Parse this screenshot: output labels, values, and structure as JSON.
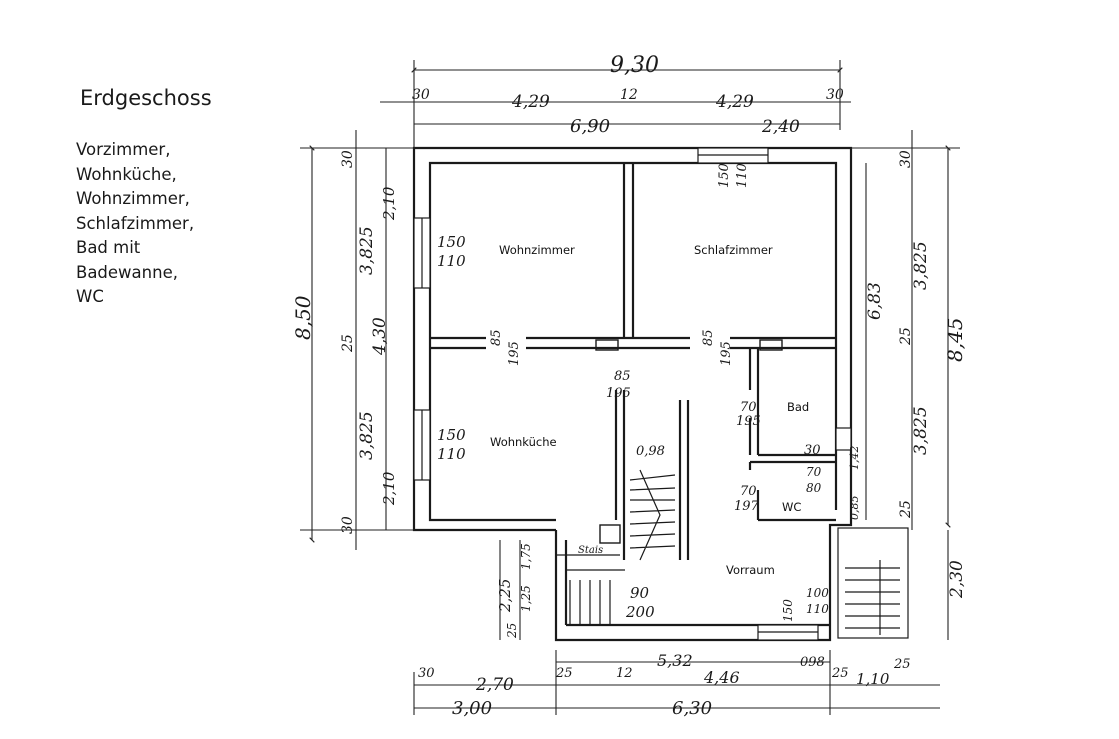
{
  "title": "Erdgeschoss",
  "room_list": [
    "Vorzimmer,",
    "Wohnküche,",
    "Wohnzimmer,",
    "Schlafzimmer,",
    "Bad mit",
    "Badewanne,",
    "WC"
  ],
  "plan": {
    "rooms": {
      "wohnzimmer": "Wohnzimmer",
      "schlafzimmer": "Schlafzimmer",
      "wohnkueche": "Wohnküche",
      "bad": "Bad",
      "wc": "WC",
      "vorraum": "Vorraum",
      "stair": "Stais"
    },
    "dimensions": {
      "top_total": "9,30",
      "top_30_l": "30",
      "top_429_l": "4,29",
      "top_12": "12",
      "top_429_r": "4,29",
      "top_30_r": "30",
      "top_690": "6,90",
      "top_240": "2,40",
      "left_850": "8,50",
      "left_430": "4,30",
      "left_3825_a": "3,825",
      "left_3825_b": "3,825",
      "left_210_a": "2,10",
      "left_210_b": "2,10",
      "left_30_a": "30",
      "left_25": "25",
      "left_30_b": "30",
      "right_845": "8,45",
      "right_683": "6,83",
      "right_3825_a": "3,825",
      "right_3825_b": "3,825",
      "right_30": "30",
      "right_25_a": "25",
      "right_25_b": "25",
      "right_230": "2,30",
      "bottom_300": "3,00",
      "bottom_630": "6,30",
      "bottom_270": "2,70",
      "bottom_446": "4,46",
      "bottom_532": "5,32",
      "bottom_30": "30",
      "bottom_25_a": "25",
      "bottom_12": "12",
      "bottom_098": "098",
      "bottom_25_b": "25",
      "bottom_110": "1,10",
      "bottom_25_c": "25",
      "sub_225": "2,25",
      "sub_125": "1,25",
      "sub_175": "1,75",
      "sub_25": "25",
      "door_85": "85",
      "door_195": "195",
      "door_70": "70",
      "door_197": "197",
      "door_90": "90",
      "door_200": "200",
      "win_150": "150",
      "win_110": "110",
      "win_100": "100",
      "win_30": "30",
      "win_80": "80",
      "win_0": "0,98",
      "v_085": "0,85",
      "v_142": "1,42"
    }
  }
}
